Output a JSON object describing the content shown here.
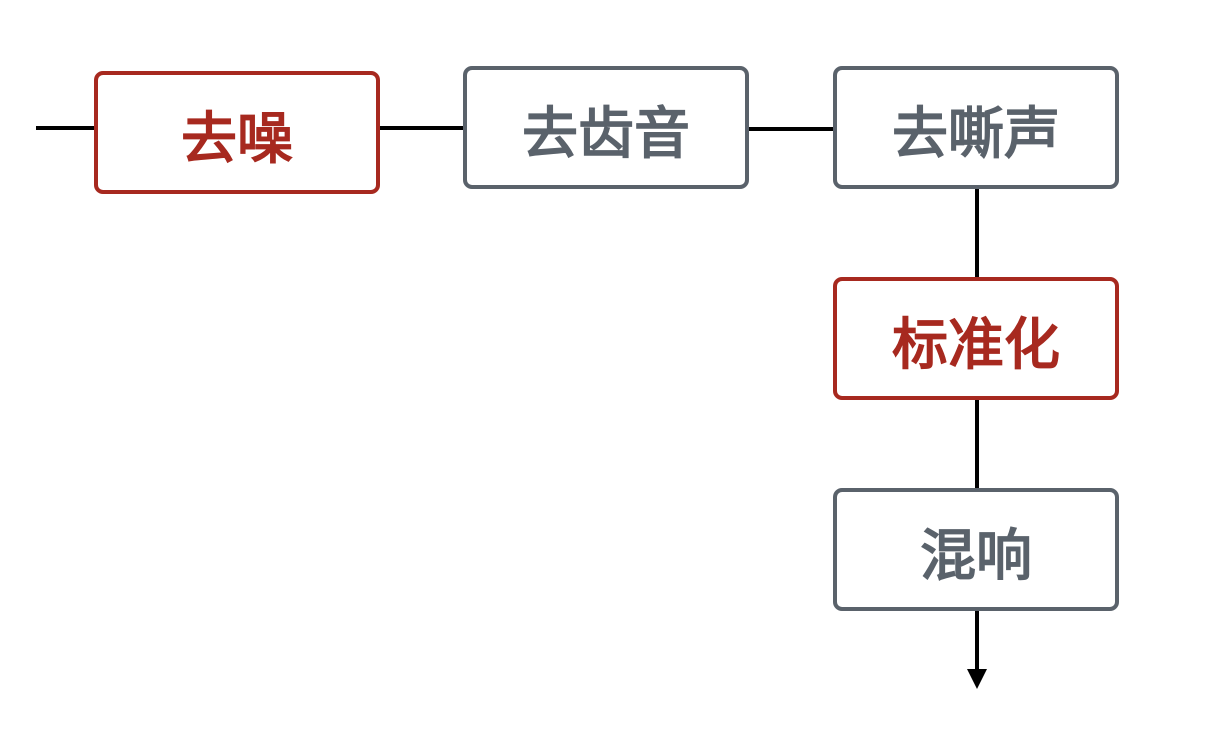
{
  "colors": {
    "highlight": "#a7291f",
    "normal": "#5a626b",
    "connector": "#000000"
  },
  "nodes": [
    {
      "id": "denoise",
      "label": "去噪",
      "style": "highlight"
    },
    {
      "id": "de-ess",
      "label": "去齿音",
      "style": "normal"
    },
    {
      "id": "de-hiss",
      "label": "去嘶声",
      "style": "normal"
    },
    {
      "id": "normalize",
      "label": "标准化",
      "style": "highlight"
    },
    {
      "id": "reverb",
      "label": "混响",
      "style": "normal"
    }
  ]
}
